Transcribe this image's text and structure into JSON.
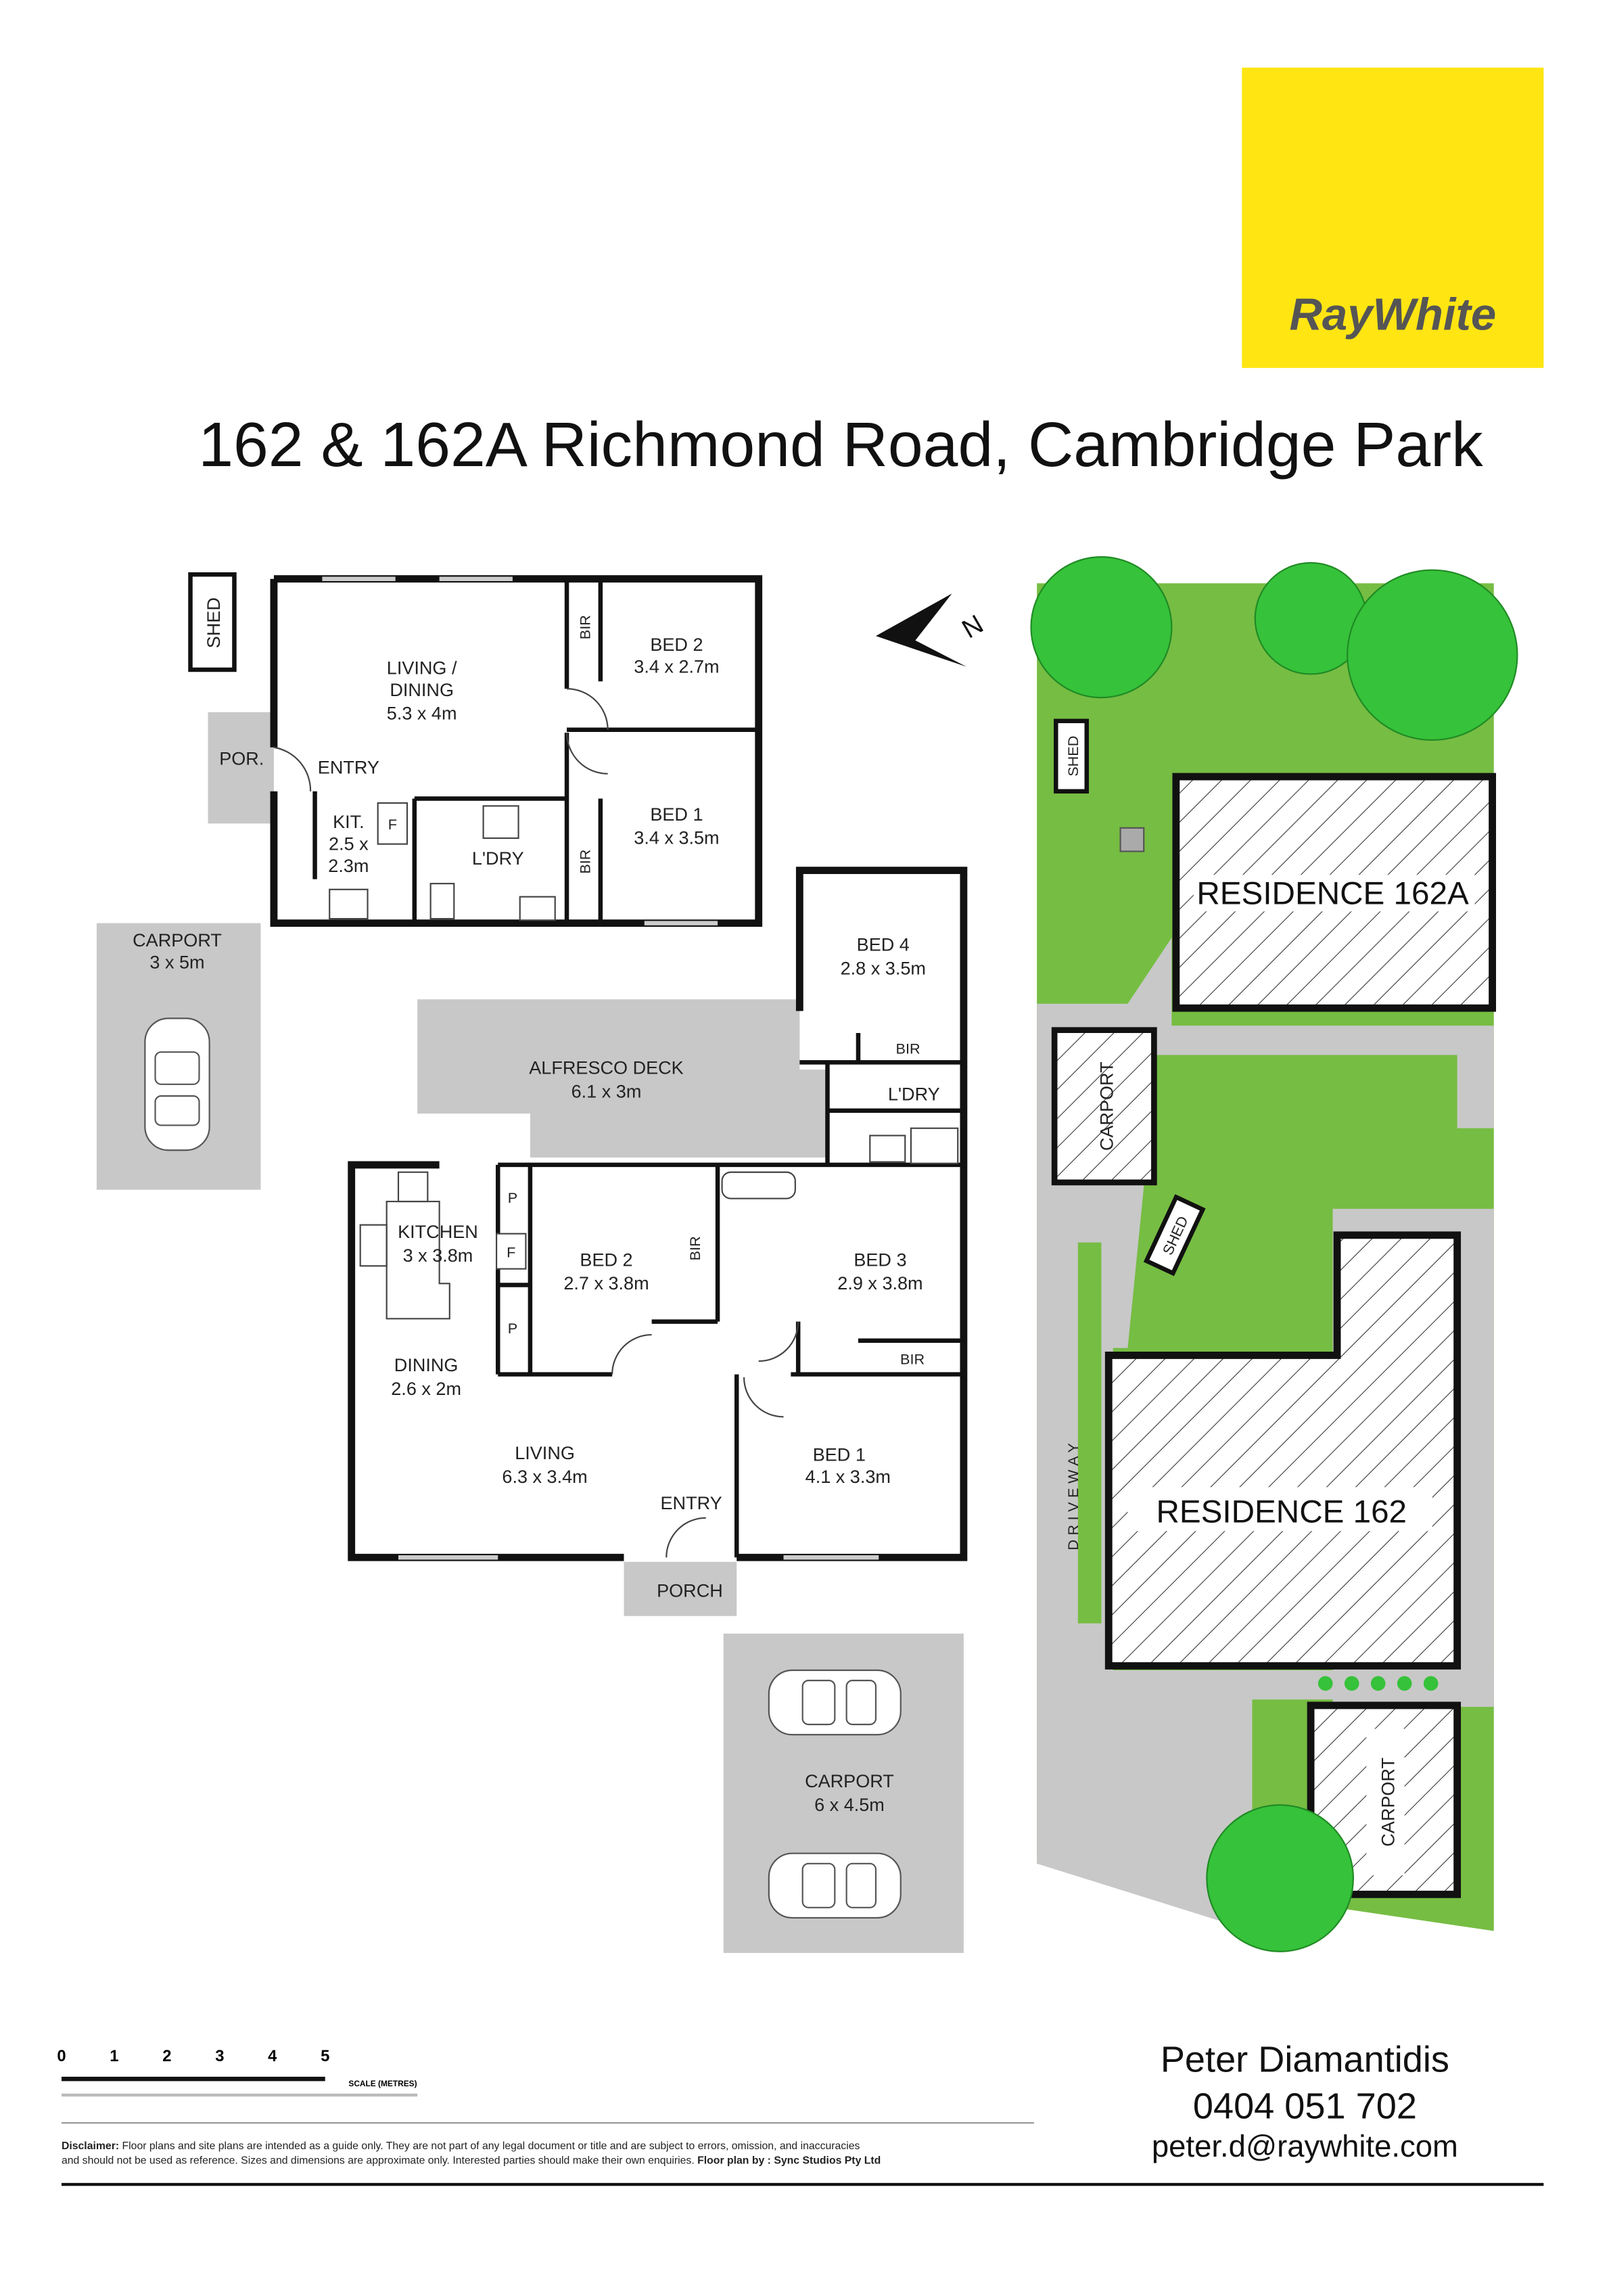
{
  "brand": {
    "logo_text": "RayWhite",
    "logo_bg": "#ffe512",
    "logo_fg": "#555555"
  },
  "title": "162 & 162A Richmond Road, Cambridge Park",
  "plan_162a": {
    "shed": "SHED",
    "porch": "POR.",
    "entry": "ENTRY",
    "living_1": "LIVING /",
    "living_2": "DINING",
    "living_dim": "5.3 x 4m",
    "bir_top": "BIR",
    "bed2": "BED 2",
    "bed2_dim": "3.4 x 2.7m",
    "bed1": "BED 1",
    "bed1_dim": "3.4 x 3.5m",
    "bir_bottom": "BIR",
    "kit": "KIT.",
    "kit_dim_1": "2.5 x",
    "kit_dim_2": "2.3m",
    "fridge": "F",
    "laundry": "L'DRY",
    "carport": "CARPORT",
    "carport_dim": "3 x 5m"
  },
  "plan_162": {
    "alfresco": "ALFRESCO DECK",
    "alfresco_dim": "6.1 x 3m",
    "bed4": "BED 4",
    "bed4_dim": "2.8 x 3.5m",
    "bed4_bir": "BIR",
    "laundry": "L'DRY",
    "kitchen": "KITCHEN",
    "kitchen_dim": "3 x 3.8m",
    "pantry_1": "P",
    "fridge": "F",
    "pantry_2": "P",
    "bed2": "BED 2",
    "bed2_dim": "2.7 x 3.8m",
    "bed2_bir": "BIR",
    "bed3": "BED 3",
    "bed3_dim": "2.9 x 3.8m",
    "bed3_bir": "BIR",
    "dining": "DINING",
    "dining_dim": "2.6 x 2m",
    "living": "LIVING",
    "living_dim": "6.3 x 3.4m",
    "entry": "ENTRY",
    "bed1": "BED 1",
    "bed1_dim": "4.1 x 3.3m",
    "porch": "PORCH",
    "carport": "CARPORT",
    "carport_dim": "6 x 4.5m"
  },
  "site": {
    "res_162a": "RESIDENCE 162A",
    "res_162": "RESIDENCE 162",
    "carport_1": "CARPORT",
    "carport_2": "CARPORT",
    "shed_1": "SHED",
    "shed_2": "SHED",
    "driveway": "DRIVEWAY",
    "lawn_color": "#76bd43",
    "paving_color": "#c8c8c8"
  },
  "compass": {
    "label": "N"
  },
  "scale": {
    "ticks": [
      "0",
      "1",
      "2",
      "3",
      "4",
      "5"
    ],
    "label": "SCALE (METRES)"
  },
  "disclaimer": {
    "lead": "Disclaimer:",
    "body_1": "Floor plans and site plans are intended as a guide only. They are not part of any legal document or title and are subject to errors, omission, and inaccuracies",
    "body_2": "and should not be used as reference. Sizes and dimensions are approximate only. Interested parties should make their own enquiries.",
    "credit": "Floor plan by : Sync Studios Pty Ltd"
  },
  "agent": {
    "name": "Peter Diamantidis",
    "phone": "0404 051 702",
    "email": "peter.d@raywhite.com"
  }
}
